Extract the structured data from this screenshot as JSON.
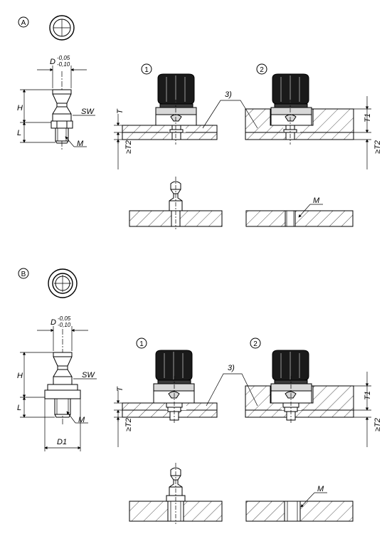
{
  "variant_a": {
    "letter": "A",
    "dim_D": "D",
    "tol_upper": "-0,05",
    "tol_lower": "-0,10",
    "dim_H": "H",
    "dim_L": "L",
    "dim_SW": "SW",
    "dim_M": "M",
    "pos_1": "1",
    "pos_2": "2",
    "note_3": "3)",
    "dim_T": "T",
    "dim_T1": "T1",
    "dim_T2_left": "≥T2",
    "dim_T2_right": "≥T2",
    "dim_M_bottom": "M"
  },
  "variant_b": {
    "letter": "B",
    "dim_D": "D",
    "tol_upper": "-0,05",
    "tol_lower": "-0,10",
    "dim_H": "H",
    "dim_L": "L",
    "dim_SW": "SW",
    "dim_M": "M",
    "dim_D1": "D1",
    "pos_1": "1",
    "pos_2": "2",
    "note_3": "3)",
    "dim_T": "T",
    "dim_T1": "T1",
    "dim_T2_left": "≥T2",
    "dim_T2_right": "≥T2",
    "dim_M_bottom": "M"
  }
}
